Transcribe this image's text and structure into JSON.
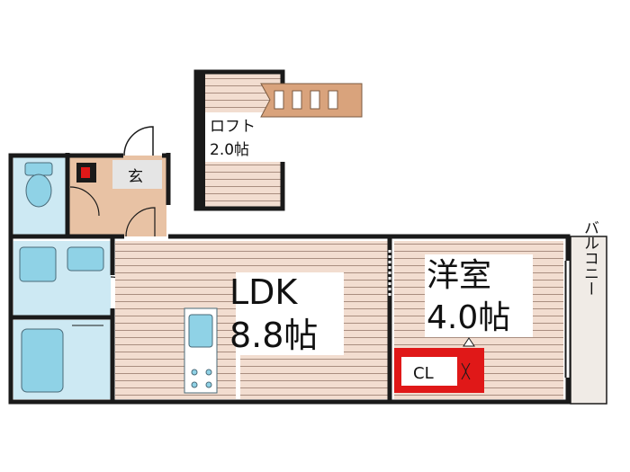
{
  "rooms": {
    "loft": {
      "name": "ロフト",
      "size": "2.0帖"
    },
    "entrance": {
      "name": "玄"
    },
    "ldk": {
      "name": "LDK",
      "size": "8.8帖"
    },
    "western": {
      "name": "洋室",
      "size": "4.0帖"
    },
    "closet": {
      "name": "CL"
    },
    "balcony": {
      "name": "バルコニー"
    }
  },
  "colors": {
    "wall": "#1a1a1a",
    "wood_floor": "#f2ddd0",
    "wood_line": "#a98e80",
    "water_area": "#cde9f3",
    "fixture_blue": "#8fd2e6",
    "entrance_floor": "#e8c2a4",
    "ladder": "#d9a37c",
    "closet_red": "#e01818",
    "balcony": "#f0ebe6"
  }
}
